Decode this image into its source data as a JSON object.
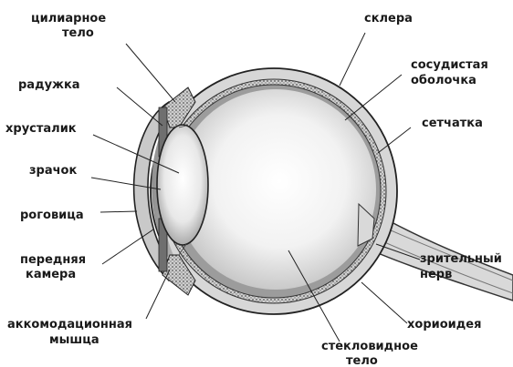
{
  "labels": {
    "ciliary_body": [
      "цилиарное",
      "тело"
    ],
    "iris": "радужка",
    "lens": "хрусталик",
    "pupil": "зрачок",
    "cornea": "роговица",
    "anterior_chamber": [
      "передняя",
      "камера"
    ],
    "accommodation_muscle": [
      "аккомодационная",
      "мышца"
    ],
    "sclera": "склера",
    "choroid_coat": [
      "сосудистая",
      "оболочка"
    ],
    "retina": "сетчатка",
    "optic_nerve": [
      "зрительный",
      "нерв"
    ],
    "chorioid": "хориоидея",
    "vitreous_body": [
      "стекловидное",
      "тело"
    ]
  }
}
